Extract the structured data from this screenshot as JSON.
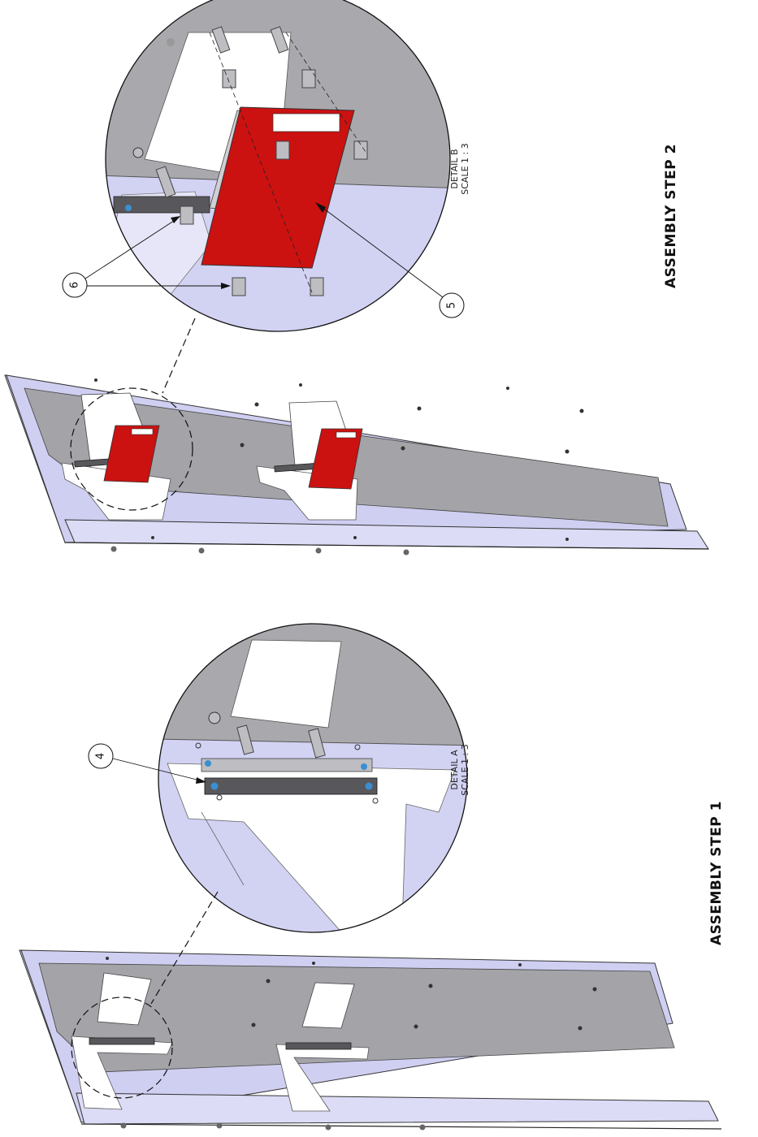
{
  "steps": [
    {
      "title": "ASSEMBLY STEP 2"
    },
    {
      "title": "ASSEMBLY STEP 1"
    }
  ],
  "details": [
    {
      "name": "DETAIL B",
      "scale": "SCALE 1 : 3"
    },
    {
      "name": "DETAIL A",
      "scale": "SCALE 1 : 3"
    }
  ],
  "callouts": [
    "6",
    "5",
    "4"
  ],
  "colors": {
    "panel_lavender": "#cfcff2",
    "panel_gray": "#a3a3a8",
    "circuit_board_red": "#cc1111",
    "connector_dark": "#58585c",
    "standoff_gray": "#bdbdc2",
    "line": "#111111"
  }
}
